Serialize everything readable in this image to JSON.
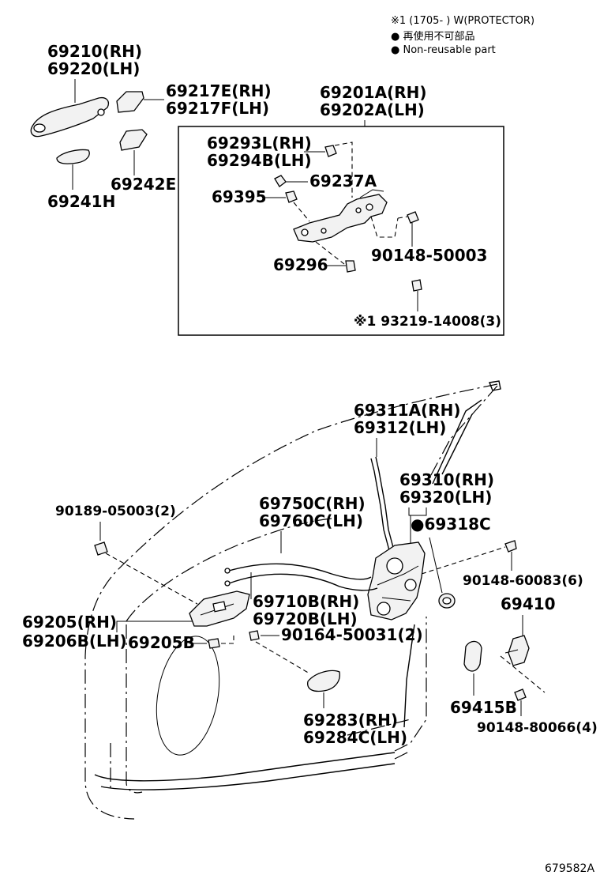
{
  "notes": {
    "line1": "※1 (1705-        ) W(PROTECTOR)",
    "line2": "● 再使用不可部品",
    "line3": "● Non-reusable part"
  },
  "labels": {
    "l69210": "69210(RH)",
    "l69220": "69220(LH)",
    "l69217E": "69217E(RH)",
    "l69217F": "69217F(LH)",
    "l69241H": "69241H",
    "l69242E": "69242E",
    "l69201A": "69201A(RH)",
    "l69202A": "69202A(LH)",
    "l69293L": "69293L(RH)",
    "l69294B": "69294B(LH)",
    "l69237A": "69237A",
    "l69395": "69395",
    "l90148_50003": "90148-50003",
    "l69296": "69296",
    "l93219": "※1 93219-14008(3)",
    "l69311A": "69311A(RH)",
    "l69312": "69312(LH)",
    "l69310": "69310(RH)",
    "l69320": "69320(LH)",
    "l69318C": "●69318C",
    "l90189": "90189-05003(2)",
    "l69750C": "69750C(RH)",
    "l69760C": "69760C(LH)",
    "l90148_60083": "90148-60083(6)",
    "l69410": "69410",
    "l69710B": "69710B(RH)",
    "l69720B": "69720B(LH)",
    "l69205": "69205(RH)",
    "l69206B": "69206B(LH)",
    "l69205B": "69205B",
    "l90164": "90164-50031(2)",
    "l69415B": "69415B",
    "l90148_80066": "90148-80066(4)",
    "l69283": "69283(RH)",
    "l69284C": "69284C(LH)"
  },
  "diagram_code": "679582A"
}
